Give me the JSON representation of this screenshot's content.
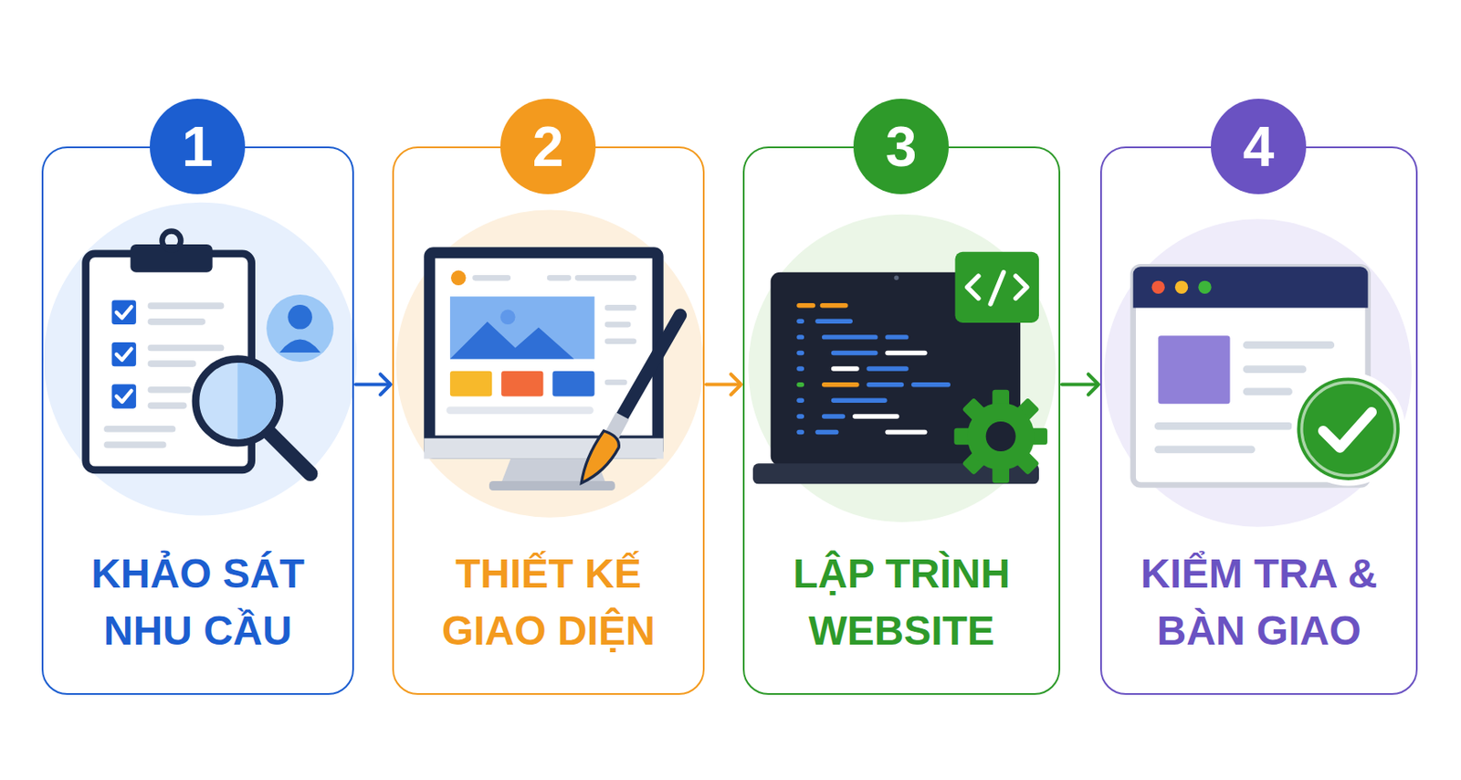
{
  "diagram": {
    "nodes": [
      {
        "text": [
          "KHẢO SÁT NHU CẦU"
        ]
      },
      {
        "text": [
          "1"
        ],
        "in": 0
      },
      {
        "text": [
          "THIẾT KẾ GIAO DIỆN"
        ]
      },
      {
        "text": [
          "2"
        ],
        "in": 2
      },
      {
        "text": [
          "LẬP TRÌNH WEBSITE"
        ]
      },
      {
        "text": [
          "3"
        ],
        "in": 4
      },
      {
        "text": [
          "KIỂM TRA & BÀN GIAO"
        ]
      },
      {
        "text": [
          "4"
        ],
        "in": 6
      }
    ],
    "edges": [
      {
        "from": 0,
        "to": 2,
        "arrow": "to"
      },
      {
        "from": 2,
        "to": 4,
        "arrow": "to"
      },
      {
        "from": 4,
        "to": 6,
        "arrow": "to"
      }
    ]
  }
}
